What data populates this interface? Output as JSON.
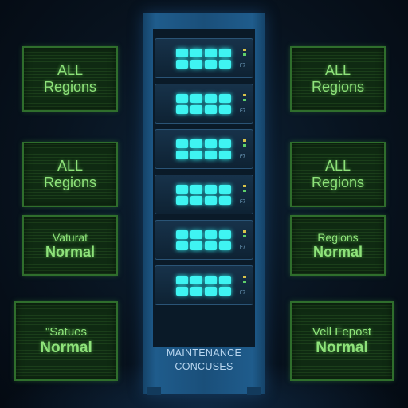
{
  "panels": {
    "left_top": {
      "line1": "ALL",
      "line2": "Regions"
    },
    "left_mid": {
      "line1": "ALL",
      "line2": "Regions"
    },
    "left_low": {
      "line1": "Vaturat",
      "line2": "Normal"
    },
    "left_bottom": {
      "line1": "\"Satues",
      "line2": "Normal"
    },
    "right_top": {
      "line1": "ALL",
      "line2": "Regions"
    },
    "right_mid": {
      "line1": "ALL",
      "line2": "Regions"
    },
    "right_low": {
      "line1": "Regions",
      "line2": "Normal"
    },
    "right_bottom": {
      "line1": "Vell Fepost",
      "line2": "Normal"
    }
  },
  "rack": {
    "unit_label": "F7",
    "text_line1": "MAINTENANCE",
    "text_line2": "CONCUSES"
  },
  "colors": {
    "panel_text": "#8ee27a",
    "panel_border": "#2f6e2c",
    "rack_body": "#1f5c8c",
    "led": "#3ff4f2"
  }
}
